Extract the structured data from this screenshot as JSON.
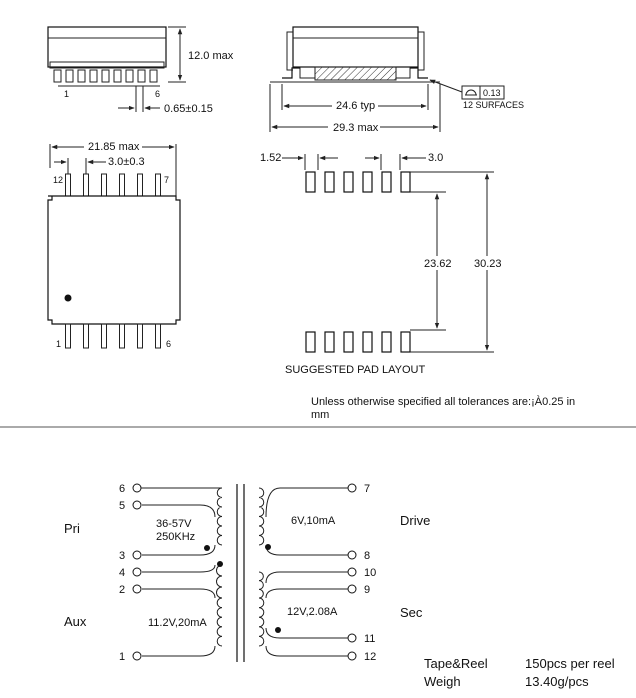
{
  "dimensions": {
    "height": "12.0 max",
    "pin_width": "0.65±0.15",
    "pin_span_typ": "24.6 typ",
    "overall_length": "29.3 max",
    "body_width": "21.85 max",
    "pin_pitch": "3.0±0.3",
    "pad_width": "1.52",
    "pad_pitch": "3.0",
    "pad_inner": "23.62",
    "pad_outer": "30.23"
  },
  "pins": {
    "front_left": "1",
    "front_right": "6",
    "top_left": "12",
    "top_right": "7",
    "bottom_left": "1",
    "bottom_right": "6"
  },
  "coplanarity": {
    "value": "0.13",
    "note": "12 SURFACES"
  },
  "pad_layout_label": "SUGGESTED PAD LAYOUT",
  "tolerance_note_line1": "Unless otherwise specified all tolerances are:¡À0.25 in",
  "tolerance_note_line2": "mm",
  "schematic": {
    "pri": {
      "label": "Pri",
      "voltage": "36-57V",
      "freq": "250KHz"
    },
    "aux": {
      "label": "Aux",
      "rating": "11.2V,20mA"
    },
    "drive": {
      "label": "Drive",
      "rating": "6V,10mA"
    },
    "sec": {
      "label": "Sec",
      "rating": "12V,2.08A"
    },
    "left_pins": [
      "6",
      "5",
      "3",
      "4",
      "2",
      "1"
    ],
    "right_pins": [
      "7",
      "8",
      "10",
      "9",
      "11",
      "12"
    ]
  },
  "packaging": {
    "tape_label": "Tape&Reel",
    "tape_value": "150pcs per reel",
    "weigh_label": "Weigh",
    "weigh_value": "13.40g/pcs"
  }
}
